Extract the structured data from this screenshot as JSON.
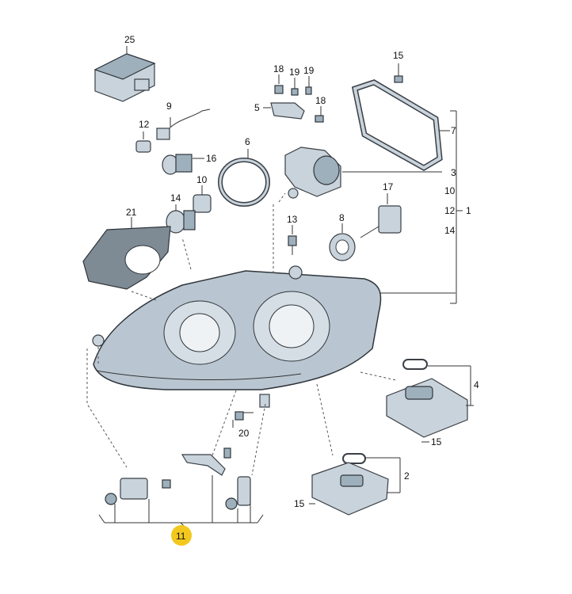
{
  "labels": {
    "p1": "1",
    "p2": "2",
    "p3": "3",
    "p4": "4",
    "p5": "5",
    "p6": "6",
    "p7": "7",
    "p8": "8",
    "p9": "9",
    "p10a": "10",
    "p10b": "10",
    "p11": "11",
    "p12a": "12",
    "p12b": "12",
    "p13": "13",
    "p14a": "14",
    "p14b": "14",
    "p15a": "15",
    "p15b": "15",
    "p15c": "15",
    "p16": "16",
    "p17": "17",
    "p18a": "18",
    "p18b": "18",
    "p19a": "19",
    "p19b": "19",
    "p20": "20",
    "p21": "21",
    "p25": "25"
  },
  "colors": {
    "callout_highlight": "#f2c81e",
    "line": "#333333",
    "part_fill": "#c9d3dc"
  }
}
